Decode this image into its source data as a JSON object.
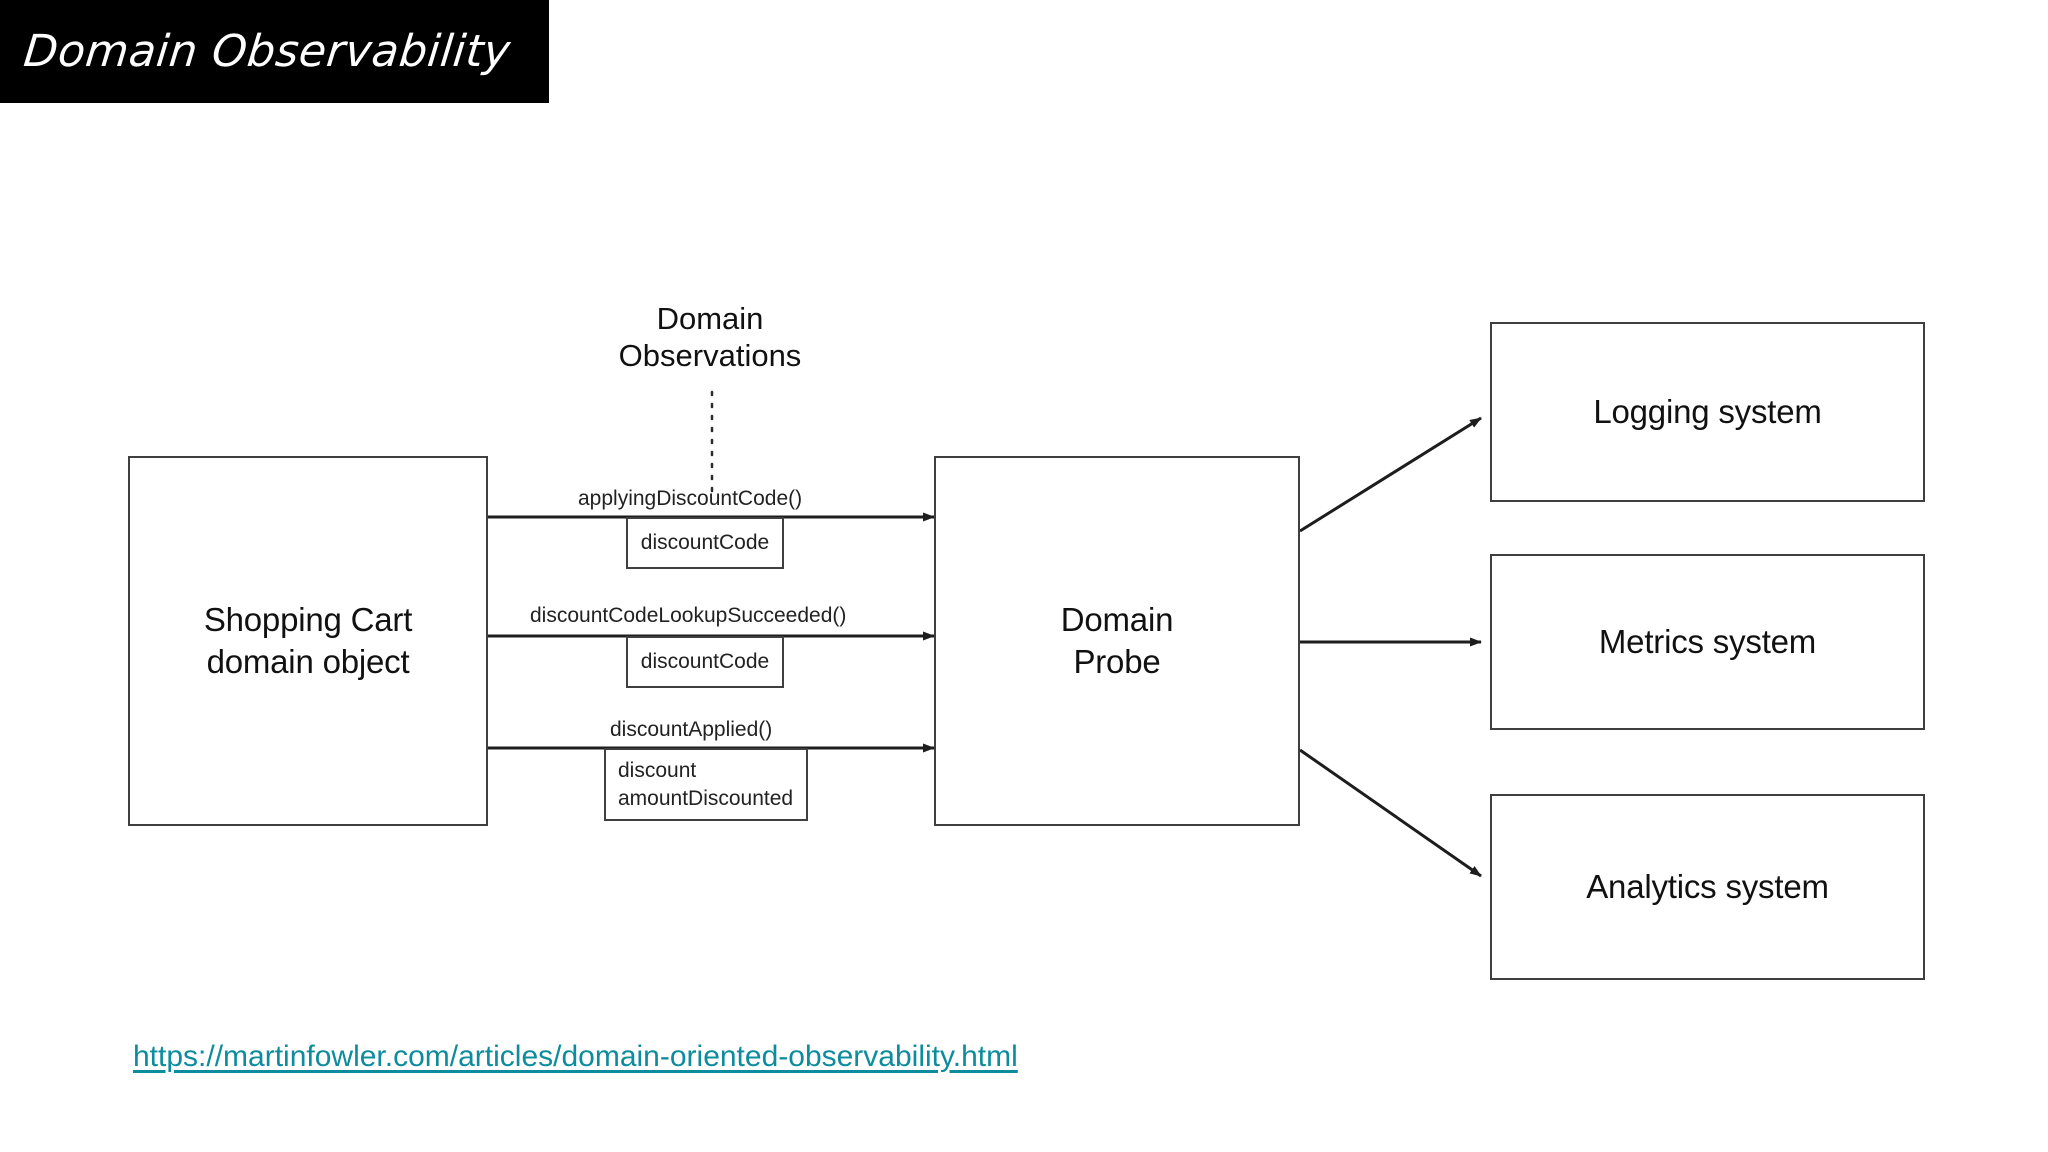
{
  "slide": {
    "title": "Domain Observability",
    "background_color": "#ffffff",
    "banner_color": "#000000",
    "title_color": "#ffffff"
  },
  "diagram": {
    "callout": {
      "line1": "Domain",
      "line2": "Observations"
    },
    "source_node": {
      "line1": "Shopping Cart",
      "line2": "domain object"
    },
    "probe_node": {
      "line1": "Domain",
      "line2": "Probe"
    },
    "edges": [
      {
        "label": "applyingDiscountCode()",
        "payload": [
          "discountCode"
        ]
      },
      {
        "label": "discountCodeLookupSucceeded()",
        "payload": [
          "discountCode"
        ]
      },
      {
        "label": "discountApplied()",
        "payload": [
          "discount",
          "amountDiscounted"
        ]
      }
    ],
    "sink_nodes": [
      {
        "label": "Logging system"
      },
      {
        "label": "Metrics system"
      },
      {
        "label": "Analytics system"
      }
    ],
    "stroke_color": "#3f3f3f"
  },
  "footer": {
    "link_text": "https://martinfowler.com/articles/domain-oriented-observability.html",
    "link_color": "#0d8c9e"
  }
}
